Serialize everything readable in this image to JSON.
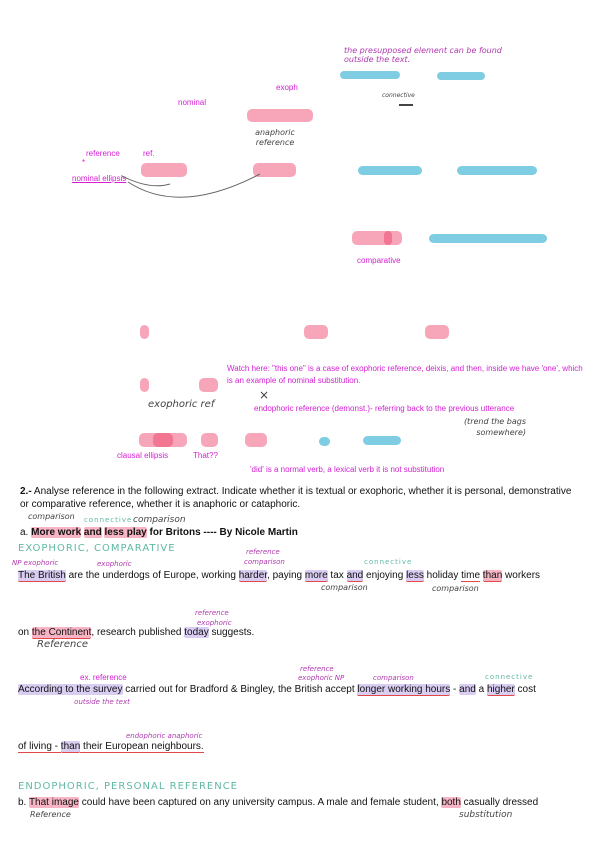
{
  "diagram": {
    "handwritten_top": "the presupposed element can be found outside the text.",
    "connective_small": "connective",
    "exoph": "exoph",
    "nominal": "nominal",
    "anaphoric_reference": "anaphoric reference",
    "reference": "reference",
    "ref": "ref.",
    "asterisk": "*",
    "nominal_ellipsis": "nominal ellipsis",
    "comparative": "comparative",
    "watch_note": "Watch here: \"this one\" is a case of exophoric reference, deixis, and then, inside we have 'one', which is an example of nominal substitution.",
    "exophoric_ref": "exophoric ref",
    "endophoric_reference": "endophoric reference (demonst.)- referring back to the previous utterance",
    "bags_note": "(trend the bags somewhere)",
    "clausal_ellipsis": "clausal ellipsis",
    "that_q": "That??",
    "did_note": "'did' is a normal verb, a lexical verb it is not substitution"
  },
  "exercise": {
    "number": "2.-",
    "instruction": "Analyse reference in the following extract. Indicate whether it is textual or exophoric, whether it is personal, demonstrative or comparative reference, whether it is anaphoric or cataphoric.",
    "a": {
      "label": "a.",
      "title_part1": "More work",
      "title_part2": "and",
      "title_part3": "less play",
      "title_part4": "for Britons ----  By Nicole Martin",
      "ann_comparison1": "comparison",
      "ann_connective": "connective",
      "ann_comparison2": "comparison",
      "category": "EXOPHORIC, COMPARATIVE",
      "np_exophoric": "NP exophoric",
      "exophoric": "exophoric",
      "reference_purple": "reference",
      "comparison_purple": "comparison",
      "connective_teal": "connective",
      "line1": {
        "the_british": "The British",
        "t1": " are the underdogs of Europe, working ",
        "harder": "harder",
        "t2": ", paying ",
        "more": "more",
        "t3": " tax ",
        "and": "and",
        "t4": " enjoying ",
        "less": "less",
        "t5": " holiday ",
        "time": "time",
        "t6": " ",
        "than": "than",
        "t7": " workers"
      },
      "under_comparison1": "comparison",
      "under_comparison2": "comparison",
      "reference2": "reference",
      "exophoric2": "exophoric",
      "line2": {
        "t1": "on ",
        "the_continent": "the Continent",
        "t2": ", research published ",
        "today": "today",
        "t3": " suggests."
      },
      "under_reference": "Reference",
      "ex_reference": "ex. reference",
      "reference3": "reference",
      "exophoric_np": "exophoric NP",
      "comparison3": "comparison",
      "connective3": "connective",
      "line3": {
        "according": "According to the survey",
        "t1": " carried out for Bradford & Bingley, the British accept ",
        "longer": "longer working hours",
        "t2": " - ",
        "and": "and",
        "t3": " a ",
        "higher": "higher",
        "t4": " cost"
      },
      "outside_text": "outside the text",
      "endophoric_anaphoric": "endophoric anaphoric",
      "line4": {
        "t1": "of living - ",
        "than": "than",
        "t2": " their European neighbours."
      }
    },
    "b": {
      "category": "ENDOPHORIC, PERSONAL REFERENCE",
      "label": "b.",
      "that_image": "That image",
      "t1": " could have been captured on any university campus. A male and female student, ",
      "both": "both",
      "t2": " casually dressed",
      "under_reference": "Reference",
      "under_substitution": "substitution"
    }
  }
}
